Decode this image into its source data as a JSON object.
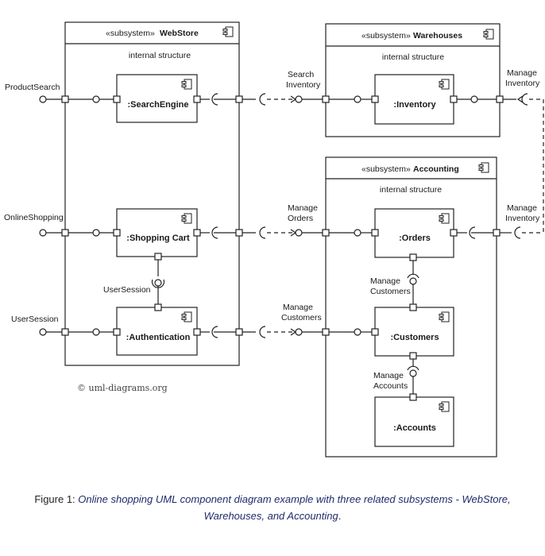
{
  "subsystems": {
    "webstore": {
      "stereotype": "«subsystem»",
      "name": "WebStore",
      "section": "internal structure"
    },
    "warehouses": {
      "stereotype": "«subsystem»",
      "name": "Warehouses",
      "section": "internal structure"
    },
    "accounting": {
      "stereotype": "«subsystem»",
      "name": "Accounting",
      "section": "internal structure"
    }
  },
  "components": {
    "search_engine": ":SearchEngine",
    "shopping_cart": ":Shopping Cart",
    "authentication": ":Authentication",
    "inventory": ":Inventory",
    "orders": ":Orders",
    "customers": ":Customers",
    "accounts": ":Accounts"
  },
  "interfaces": {
    "product_search": "ProductSearch",
    "online_shopping": "OnlineShopping",
    "user_session_ext": "UserSession",
    "user_session_int": "UserSession",
    "search_inventory": [
      "Search",
      "Inventory"
    ],
    "manage_inventory_top": [
      "Manage",
      "Inventory"
    ],
    "manage_orders": [
      "Manage",
      "Orders"
    ],
    "manage_inventory_mid": [
      "Manage",
      "Inventory"
    ],
    "manage_customers_left": [
      "Manage",
      "Customers"
    ],
    "manage_customers_int": [
      "Manage",
      "Customers"
    ],
    "manage_accounts": [
      "Manage",
      "Accounts"
    ]
  },
  "copyright": "© uml-diagrams.org",
  "caption": {
    "prefix": "Figure 1: ",
    "text": "Online shopping UML component diagram example with three related subsystems - WebStore, Warehouses, and Accounting",
    "suffix": "."
  },
  "icon": "component-icon"
}
